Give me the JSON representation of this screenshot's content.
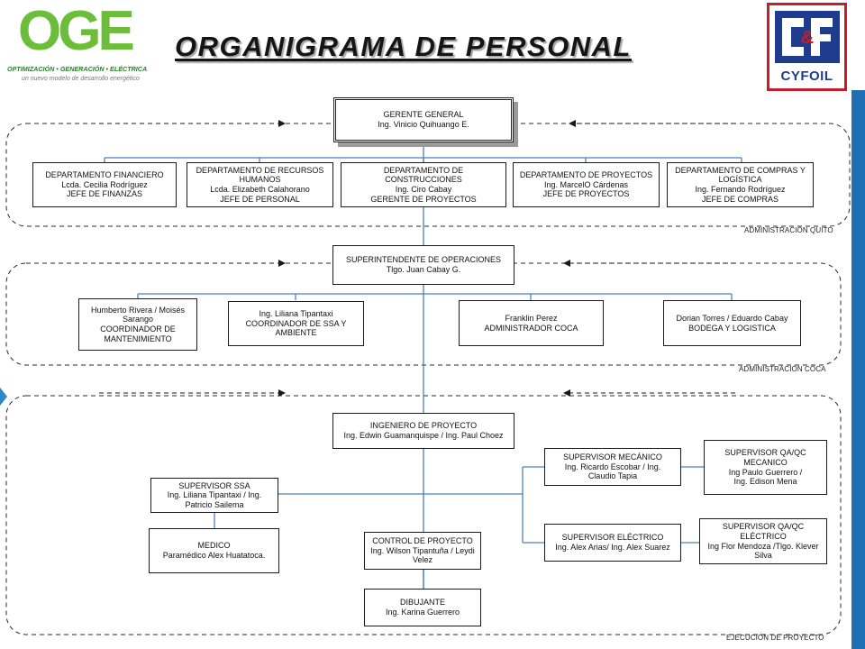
{
  "header": {
    "title": "ORGANIGRAMA DE PERSONAL",
    "left_logo": {
      "mark": "OGE",
      "tagline": "OPTIMIZACIÓN • GENERACIÓN • ELÉCTRICA",
      "slogan": "un nuevo modelo de desarrollo energético"
    },
    "right_logo": {
      "mark": "C&F",
      "text": "CYFOIL"
    }
  },
  "colors": {
    "connector": "#4a7fc1",
    "region_border": "#2a2a2a",
    "side_bar": "#1f6fb5",
    "oge_green": "#6cbd3a",
    "cyfoil_blue": "#1f3d8c",
    "cyfoil_red": "#c21f2a"
  },
  "regions": {
    "quito": "ADMINISTRACIÓN QUITO",
    "coca": "ADMINISTRACIÓN COCA",
    "project": "EJECUCIÓN DE PROYECTO"
  },
  "nodes": {
    "gerente": [
      "GERENTE GENERAL",
      "Ing.  Vinicio Quihuango E."
    ],
    "financiero": [
      "DEPARTAMENTO FINANCIERO",
      "Lcda. Cecilia Rodríguez",
      "JEFE DE FINANZAS"
    ],
    "rrhh": [
      "DEPARTAMENTO DE RECURSOS",
      "HUMANOS",
      "Lcda. Elizabeth Calahorano",
      "JEFE DE PERSONAL"
    ],
    "construcciones": [
      "DEPARTAMENTO DE",
      "CONSTRUCCIONES",
      "Ing. Ciro Cabay",
      "GERENTE DE PROYECTOS"
    ],
    "proyectos": [
      "DEPARTAMENTO DE PROYECTOS",
      "Ing. MarcelO Cárdenas",
      "JEFE DE PROYECTOS"
    ],
    "compras": [
      "DEPARTAMENTO DE COMPRAS Y",
      "LOGÍSTICA",
      "Ing. Fernando Rodríguez",
      "JEFE DE COMPRAS"
    ],
    "superintendente": [
      "SUPERINTENDENTE DE OPERACIONES",
      "Tlgo. Juan Cabay G."
    ],
    "mantenimiento": [
      "Humberto Rivera / Moisés",
      "Sarango",
      "COORDINADOR DE",
      "MANTENIMIENTO"
    ],
    "ssa_coord": [
      "Ing. Liliana Tipantaxi",
      "COORDINADOR DE SSA Y",
      "AMBIENTE"
    ],
    "admin_coca": [
      "Franklin Perez",
      "ADMINISTRADOR COCA"
    ],
    "bodega": [
      "Dorian Torres / Eduardo Cabay",
      "BODEGA Y LOGISTICA"
    ],
    "ingeniero": [
      "INGENIERO DE PROYECTO",
      "Ing. Edwin Guamanquispe / Ing. Paul Choez"
    ],
    "supervisor_ssa": [
      "SUPERVISOR SSA",
      "Ing. Liliana Tipantaxi / Ing.",
      "Patricio Sailema"
    ],
    "medico": [
      "MEDICO",
      "Paramédico Alex Huatatoca."
    ],
    "control": [
      "CONTROL DE PROYECTO",
      "Ing. Wilson Tipantuña / Leydi",
      "Velez"
    ],
    "dibujante": [
      "DIBUJANTE",
      "Ing. Karina Guerrero"
    ],
    "sup_mecanico": [
      "SUPERVISOR MECÁNICO",
      "Ing. Ricardo Escobar  / Ing.",
      "Claudio Tapia"
    ],
    "qaqc_mecanico": [
      "SUPERVISOR QA/QC",
      "MECANICO",
      "Ing Paulo Guerrero /",
      "Ing. Edison Mena"
    ],
    "sup_electrico": [
      "SUPERVISOR ELÉCTRICO",
      "Ing. Alex Arias/ Ing. Alex Suarez"
    ],
    "qaqc_electrico": [
      "SUPERVISOR QA/QC",
      "ELÉCTRICO",
      "Ing Flor Mendoza /Tlgo. Klever",
      "Silva"
    ]
  }
}
